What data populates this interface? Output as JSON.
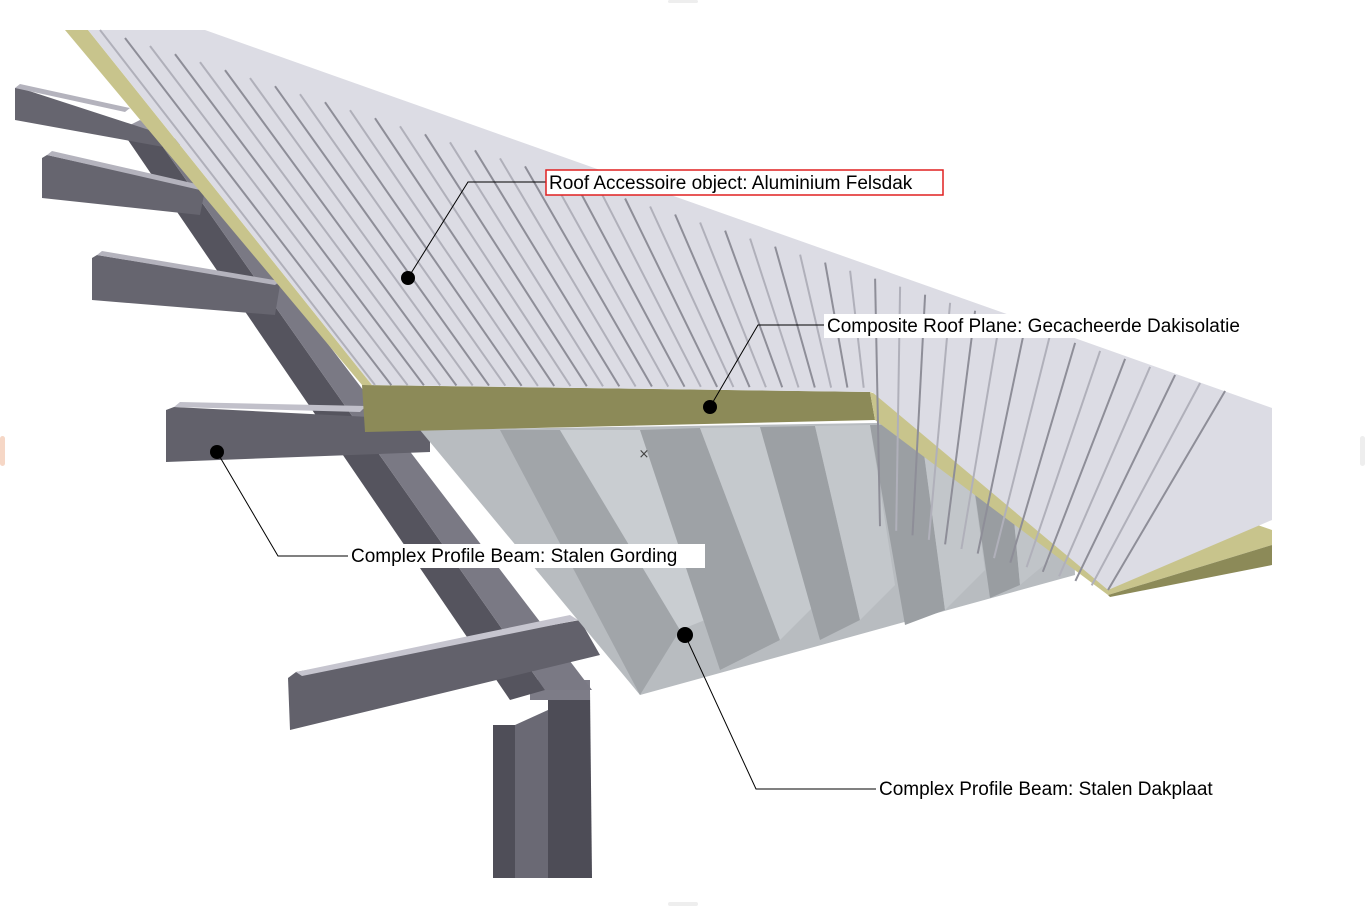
{
  "viewport": {
    "kind": "3D model view"
  },
  "callouts": [
    {
      "id": "roof-accessory",
      "text": "Roof Accessoire object: Aluminium Felsdak",
      "selected": true
    },
    {
      "id": "composite-roof",
      "text": "Composite Roof Plane: Gecacheerde Dakisolatie",
      "selected": false
    },
    {
      "id": "purlin-beam",
      "text": "Complex Profile Beam: Stalen Gording",
      "selected": false
    },
    {
      "id": "deck-beam",
      "text": "Complex Profile Beam: Stalen Dakplaat",
      "selected": false
    }
  ],
  "colors": {
    "selection_outline": "#e02020",
    "insulation_top": "#c8c48c",
    "insulation_side": "#8c8a58",
    "steel_dark": "#5e5d68",
    "steel_mid": "#7c7b86",
    "steel_light": "#a9a8b3",
    "deck_light": "#c4c8cc",
    "deck_dark": "#8f9396",
    "roof_sheet": "#e2e2ea"
  },
  "icons": {
    "pick-point-marker": "×"
  }
}
